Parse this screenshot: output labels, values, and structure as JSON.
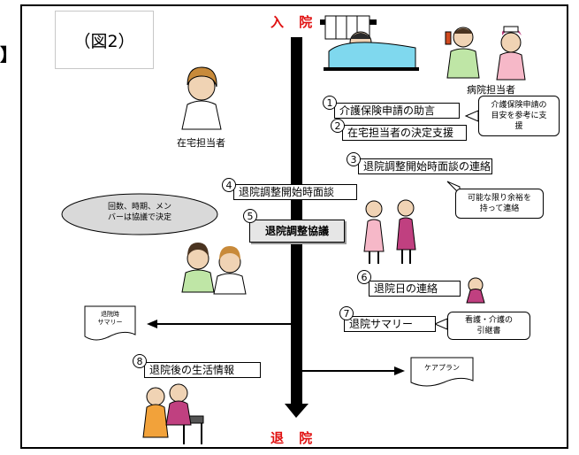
{
  "figure_label": "（図2）",
  "edge_glyph": "】",
  "start": "入 院",
  "end": "退 院",
  "roles": {
    "hospital": "病院担当者",
    "home": "在宅担当者"
  },
  "steps": [
    {
      "n": "1",
      "text": "介護保険申請の助言"
    },
    {
      "n": "2",
      "text": "在宅担当者の決定支援"
    },
    {
      "n": "3",
      "text": "退院調整開始時面談の連絡"
    },
    {
      "n": "4",
      "text": "退院調整開始時面談"
    },
    {
      "n": "5",
      "text": "退院調整協議"
    },
    {
      "n": "6",
      "text": "退院日の連絡"
    },
    {
      "n": "7",
      "text": "退院サマリー"
    },
    {
      "n": "8",
      "text": "退院後の生活情報"
    }
  ],
  "notes": {
    "guide": "介護保険申請の\n目安を参考に支\n援",
    "contact": "可能な限り余裕を\n持って連絡",
    "decide": "回数、時期、メン\nバーは協議で決定",
    "handover": "看護・介護の\n引継書"
  },
  "docs": {
    "summary": "退院時\nサマリー",
    "careplan": "ケアプラン"
  },
  "colors": {
    "accent": "#e01010",
    "shaft": "#000000"
  }
}
